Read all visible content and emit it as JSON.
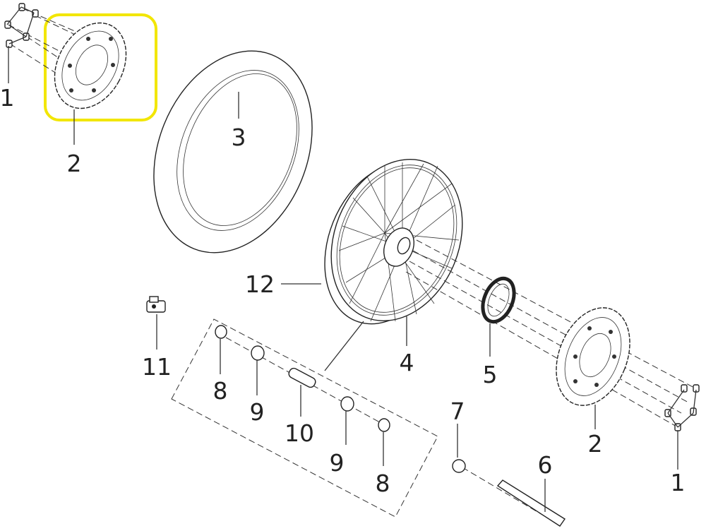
{
  "diagram": {
    "title": "Front wheel exploded parts diagram",
    "highlight_color": "#f2e600",
    "callouts": {
      "bolt_left": "1",
      "disc_left": "2",
      "tire": "3",
      "rim_label": "12",
      "wheel": "4",
      "tone_ring": "5",
      "sensor": "11",
      "seal_left": "8",
      "bearing_left": "9",
      "spacer": "10",
      "bearing_right": "9",
      "seal_right": "8",
      "collar": "7",
      "axle": "6",
      "disc_right": "2",
      "bolt_right": "1"
    }
  }
}
